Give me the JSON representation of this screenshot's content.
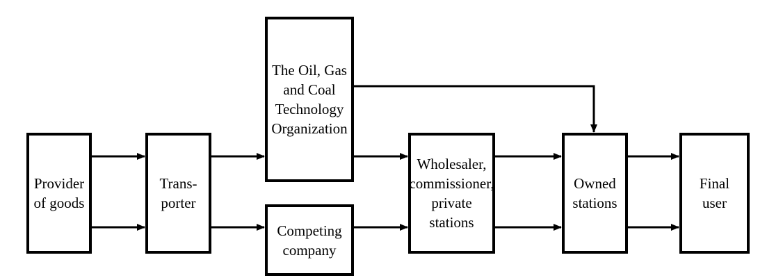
{
  "diagram": {
    "colors": {
      "stroke": "#000000",
      "fill": "#ffffff"
    },
    "nodes": {
      "provider": {
        "label": "Provider\nof goods"
      },
      "transporter": {
        "label": "Trans-\nporter"
      },
      "ogc": {
        "label": "The Oil, Gas\nand Coal\nTechnology\nOrganization"
      },
      "competing": {
        "label": "Competing\ncompany"
      },
      "wholesaler": {
        "label": "Wholesaler,\ncommissioner,\nprivate\nstations"
      },
      "owned": {
        "label": "Owned\nstations"
      },
      "final": {
        "label": "Final\nuser"
      }
    },
    "edges": [
      {
        "from": "provider",
        "to": "transporter"
      },
      {
        "from": "provider",
        "to": "transporter"
      },
      {
        "from": "transporter",
        "to": "ogc"
      },
      {
        "from": "transporter",
        "to": "competing"
      },
      {
        "from": "ogc",
        "to": "wholesaler"
      },
      {
        "from": "competing",
        "to": "wholesaler"
      },
      {
        "from": "ogc",
        "to": "owned"
      },
      {
        "from": "wholesaler",
        "to": "owned"
      },
      {
        "from": "wholesaler",
        "to": "owned"
      },
      {
        "from": "owned",
        "to": "final"
      },
      {
        "from": "owned",
        "to": "final"
      }
    ]
  }
}
